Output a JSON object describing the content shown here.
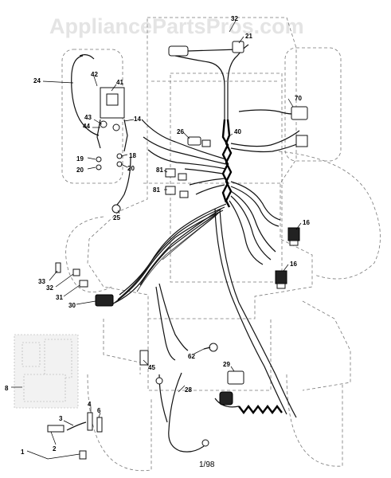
{
  "watermark": "AppliancePartsPros.com",
  "footer": {
    "date_code": "1/98"
  },
  "callouts": [
    {
      "id": "c-32a",
      "label": "32"
    },
    {
      "id": "c-21",
      "label": "21"
    },
    {
      "id": "c-24",
      "label": "24"
    },
    {
      "id": "c-42",
      "label": "42"
    },
    {
      "id": "c-41",
      "label": "41"
    },
    {
      "id": "c-43",
      "label": "43"
    },
    {
      "id": "c-44",
      "label": "44"
    },
    {
      "id": "c-14",
      "label": "14"
    },
    {
      "id": "c-19",
      "label": "19"
    },
    {
      "id": "c-18",
      "label": "18"
    },
    {
      "id": "c-20a",
      "label": "20"
    },
    {
      "id": "c-20b",
      "label": "20"
    },
    {
      "id": "c-26",
      "label": "26"
    },
    {
      "id": "c-40",
      "label": "40"
    },
    {
      "id": "c-70",
      "label": "70"
    },
    {
      "id": "c-81a",
      "label": "81"
    },
    {
      "id": "c-81b",
      "label": "81"
    },
    {
      "id": "c-25",
      "label": "25"
    },
    {
      "id": "c-16a",
      "label": "16"
    },
    {
      "id": "c-16b",
      "label": "16"
    },
    {
      "id": "c-33",
      "label": "33"
    },
    {
      "id": "c-32b",
      "label": "32"
    },
    {
      "id": "c-31",
      "label": "31"
    },
    {
      "id": "c-30",
      "label": "30"
    },
    {
      "id": "c-62",
      "label": "62"
    },
    {
      "id": "c-45",
      "label": "45"
    },
    {
      "id": "c-29",
      "label": "29"
    },
    {
      "id": "c-28",
      "label": "28"
    },
    {
      "id": "c-8",
      "label": "8"
    },
    {
      "id": "c-4",
      "label": "4"
    },
    {
      "id": "c-6",
      "label": "6"
    },
    {
      "id": "c-3",
      "label": "3"
    },
    {
      "id": "c-2",
      "label": "2"
    },
    {
      "id": "c-1",
      "label": "1"
    }
  ]
}
